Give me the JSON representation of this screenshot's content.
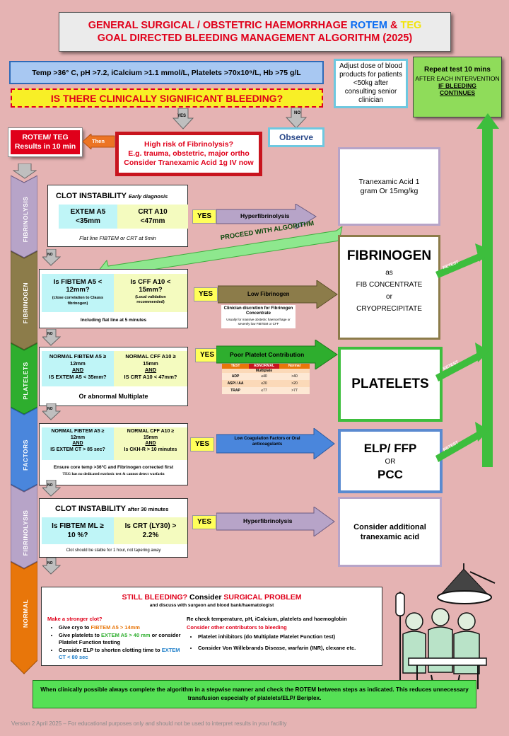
{
  "title": {
    "line1_a": "GENERAL SURGICAL / OBSTETRIC HAEMORRHAGE",
    "line1_rotem": "ROTEM",
    "line1_amp": "&",
    "line1_teg": "TEG",
    "line2": "GOAL DIRECTED BLEEDING MANAGEMENT ALGORITHM (2025)"
  },
  "targets_bar": "Temp >36° C, pH >7.2, iCalcium >1.1 mmol/L, Platelets >70x10⁹/L, Hb >75 g/L",
  "question_bar": "IS THERE CLINICALLY SIGNIFICANT BLEEDING?",
  "adjust_box": "Adjust dose of blood products for patients <50kg after consulting senior clinician",
  "repeat_box": {
    "line1": "Repeat test 10 mins",
    "line2": "AFTER EACH INTERVENTION",
    "line3": "IF BLEEDING CONTINUES"
  },
  "yes_small": "YES",
  "no_small": "NO",
  "observe": "Observe",
  "rotem_box": "ROTEM/ TEG Results in 10 min",
  "then_label": "Then",
  "fibrinolysis_risk": {
    "line1": "High risk of Fibrinolysis?",
    "line2": "E.g. trauma, obstetric, major ortho",
    "line3": "Consider Tranexamic Acid 1g IV now"
  },
  "side_labels": [
    "FIBRINOLYSIS",
    "FIBRINOGEN",
    "PLATELETS",
    "FACTORS",
    "FIBRINOLYSIS",
    "NORMAL"
  ],
  "step1": {
    "title": "CLOT INSTABILITY",
    "title_sub": "Early diagnosis",
    "left": "EXTEM A5 <35mm",
    "right": "CRT A10 <47mm",
    "footer": "Flat line FIBTEM or CRT at 5min",
    "yes": "YES",
    "arrow": "Hyperfibrinolysis",
    "outcome": "Tranexamic Acid 1 gram Or 15mg/kg"
  },
  "proceed_label": "PROCEED WITH ALGORITHM",
  "step2": {
    "left_q": "Is FIBTEM A5 < 12mm?",
    "left_sub": "(close correlation to Clauss fibrinogen)",
    "right_q": "Is CFF A10 < 15mm?",
    "right_sub": "(Local validation recommended)",
    "footer": "Including flat line at 5 minutes",
    "yes": "YES",
    "arrow": "Low Fibrinogen",
    "note_title": "Clinician discretion for Fibrinogen Concentrate",
    "note_sub": "Usually for massive obstetric haemorrhage or severely low FIBTEM or CFF",
    "outcome_big": "FIBRINOGEN",
    "outcome_as": "as",
    "outcome_l1": "FIB CONCENTRATE",
    "outcome_or": "or",
    "outcome_l2": "CRYOPRECIPITATE",
    "retest": "RETEST"
  },
  "step3": {
    "left_l1": "NORMAL FIBTEM A5 ≥ 12mm",
    "left_and": "AND",
    "left_l2": "IS EXTEM A5 < 35mm?",
    "right_l1": "NORMAL CFF A10 ≥ 15mm",
    "right_and": "AND",
    "right_l2": "IS CRT A10 < 47mm?",
    "footer": "Or abnormal Multiplate",
    "yes": "YES",
    "arrow": "Poor Platelet Contribution",
    "table": {
      "headers": [
        "TEST",
        "ABNORMAL",
        "Normal"
      ],
      "subheader": "Multiplate",
      "rows": [
        [
          "ADP",
          "≤40",
          ">40"
        ],
        [
          "ASPI / AA",
          "≤20",
          ">20"
        ],
        [
          "TRAP",
          "≤77",
          ">77"
        ]
      ]
    },
    "outcome": "PLATELETS",
    "retest": "RETEST"
  },
  "step4": {
    "left_l1": "NORMAL FIBTEM A5 ≥ 12mm",
    "left_and": "AND",
    "left_l2": "IS EXTEM CT > 85 sec?",
    "right_l1": "NORMAL CFF A10 ≥ 15mm",
    "right_and": "AND",
    "right_l2": "Is CKH-R > 10 minutes",
    "footer1": "Ensure core temp >36°C and Fibrinogen corrected first",
    "footer2": "TEG has no dedicated extrinsic test & cannot detect warfarin",
    "yes": "YES",
    "arrow": "Low Coagulation Factors or Oral anticoagulants",
    "outcome_l1": "ELP/ FFP",
    "outcome_or": "OR",
    "outcome_l2": "PCC",
    "retest": "RETEST"
  },
  "step5": {
    "title": "CLOT INSTABILITY",
    "title_sub": "after 30 minutes",
    "left": "Is FIBTEM ML ≥ 10 %?",
    "right": "Is CRT (LY30) > 2.2%",
    "footer": "Clot should be stable for 1 hour, not tapering away",
    "yes": "YES",
    "arrow": "Hyperfibrinolysis",
    "outcome": "Consider additional tranexamic acid"
  },
  "final": {
    "title_a": "STILL BLEEDING?",
    "title_b": "Consider",
    "title_c": "SURGICAL PROBLEM",
    "subtitle": "and discuss with surgeon and blood bank/haematologist",
    "left_head": "Make a stronger clot?",
    "left_items": [
      {
        "text": "Give cryo to ",
        "hl": "FIBTEM A5 > 14mm",
        "after": ""
      },
      {
        "text": "Give platelets to ",
        "hl": "EXTEM A5 > 40 mm",
        "after": " or consider Platelet Function testing"
      },
      {
        "text": "Consider ELP to shorten clotting time to ",
        "hl": "EXTEM CT < 80 sec",
        "after": ""
      }
    ],
    "right_line1": "Re check temperature, pH, iCalcium, platelets and haemoglobin",
    "right_head": "Consider other contributors to bleeding",
    "right_items": [
      "Platelet inhibitors (do Multiplate Platelet Function test)",
      "Consider Von Willebrands Disease, warfarin (INR), clexane etc."
    ]
  },
  "bottom_note": "When clinically possible always complete the algorithm in a stepwise manner and check the ROTEM between steps as indicated. This reduces unnecessary transfusion especially of platelets/ELP/ Beriplex.",
  "footer": "Version 2 April 2025 – For educational purposes only and should not be used to interpret results in your facility",
  "colors": {
    "rotem": "#0a6cf2",
    "teg": "#f2e40a",
    "pink": "#e5b3b3",
    "cyan": "#bff5f7",
    "yellowgreen": "#f4fbbf",
    "green": "#55d155"
  }
}
